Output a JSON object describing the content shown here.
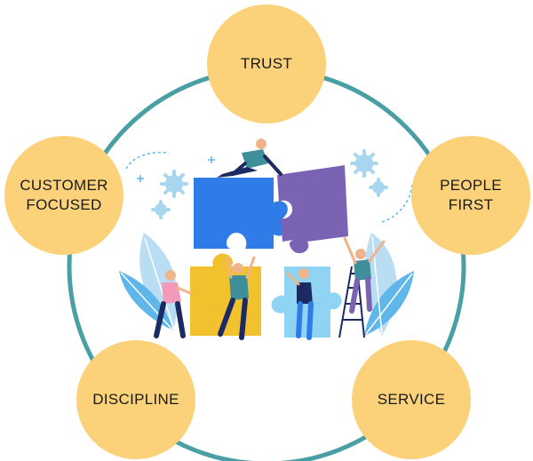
{
  "diagram": {
    "values": [
      {
        "key": "trust",
        "label": "TRUST"
      },
      {
        "key": "people-first",
        "label": "PEOPLE\nFIRST"
      },
      {
        "key": "service",
        "label": "SERVICE"
      },
      {
        "key": "discipline",
        "label": "DISCIPLINE"
      },
      {
        "key": "customer-focused",
        "label": "CUSTOMER\nFOCUSED"
      }
    ],
    "colors": {
      "ring": "#4a9fa4",
      "bubble": "#fbd27a",
      "puzzle_blue": "#2f7be8",
      "puzzle_purple": "#7a63b3",
      "puzzle_yellow": "#f2c12e",
      "puzzle_light": "#8fd4f2",
      "leaf": "#5fb6e8",
      "leaf_light": "#b9ddf3",
      "gear": "#a9d6ef",
      "people_dark": "#1b2a63",
      "people_teal": "#3f8f9a"
    },
    "illustration": "team-assembling-puzzle-pieces"
  }
}
